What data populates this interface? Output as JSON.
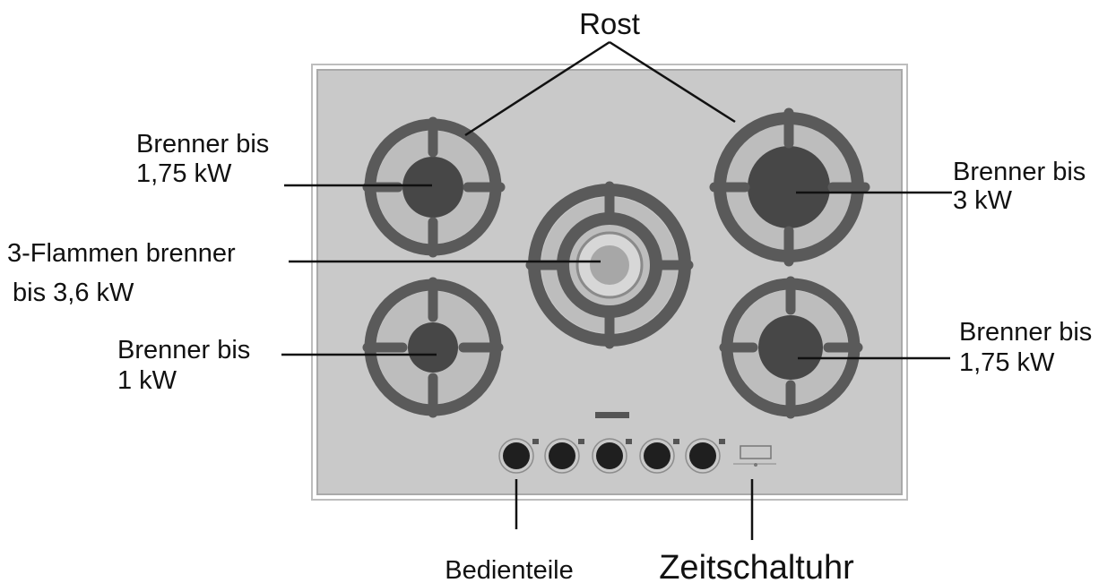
{
  "labels": {
    "grate": "Rost",
    "burner_top_left": [
      "Brenner bis",
      "1,75 kW"
    ],
    "burner_top_right": [
      "Brenner bis",
      "3 kW"
    ],
    "burner_center": [
      "3-Flammen brenner",
      "bis 3,6 kW"
    ],
    "burner_bottom_left": [
      "Brenner bis",
      "1 kW"
    ],
    "burner_bottom_right": [
      "Brenner bis",
      "1,75 kW"
    ],
    "controls": "Bedienteile",
    "timer": "Zeitschaltuhr"
  },
  "colors": {
    "panel": "#c9c9c9",
    "panel_border": "#a9a9a9",
    "grate": "#5a5a5a",
    "burner_cap": "#474747",
    "knob": "#1f1f1f",
    "line": "#111111"
  }
}
